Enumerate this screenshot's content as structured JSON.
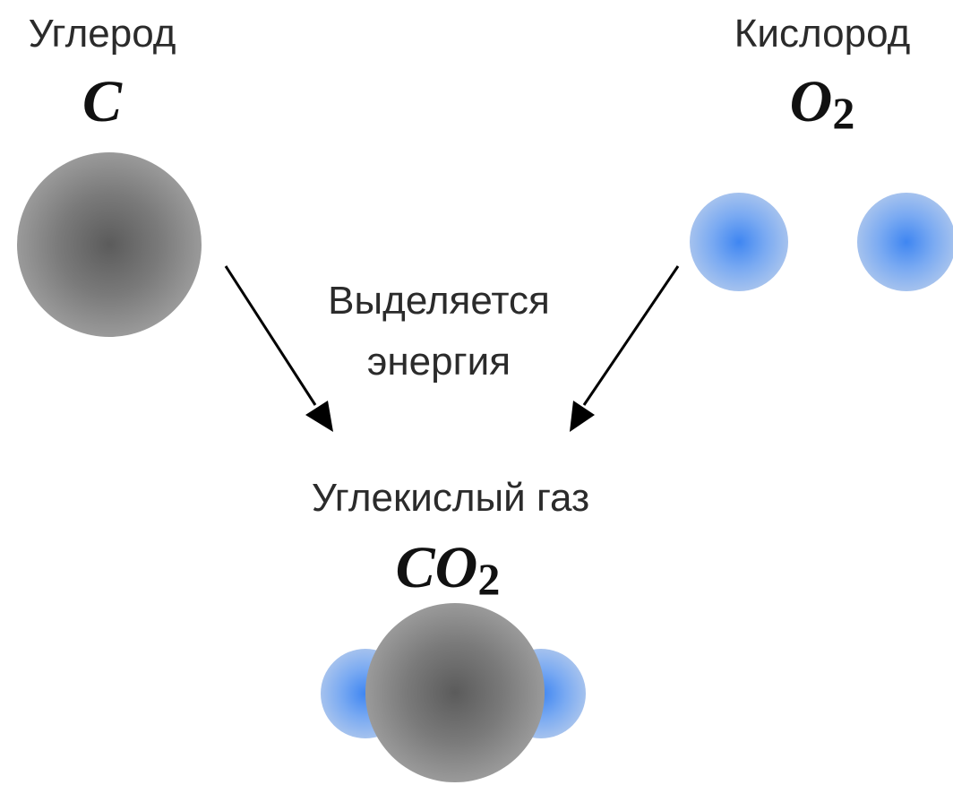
{
  "reactants": {
    "carbon": {
      "name": "Углерод",
      "formula": "C",
      "color": "#808080"
    },
    "oxygen": {
      "name": "Кислород",
      "formula_main": "O",
      "formula_sub": "2",
      "color": "#4f8df5"
    }
  },
  "process": {
    "line1": "Выделяется",
    "line2": "энергия"
  },
  "product": {
    "name": "Углекислый газ",
    "formula_main": "CO",
    "formula_sub": "2"
  }
}
